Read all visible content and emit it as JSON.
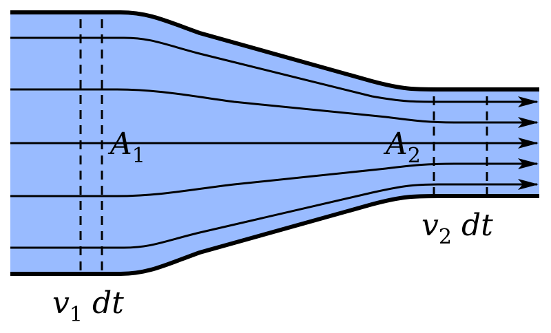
{
  "colors": {
    "fluid_fill": "#99bbff",
    "stroke": "#000000",
    "background": "#ffffff"
  },
  "labels": {
    "a1": {
      "main": "A",
      "sub": "1"
    },
    "a2": {
      "main": "A",
      "sub": "2"
    },
    "v1dt": {
      "main": "v",
      "sub": "1",
      "tail": " dt"
    },
    "v2dt": {
      "main": "v",
      "sub": "2",
      "tail": " dt"
    }
  }
}
